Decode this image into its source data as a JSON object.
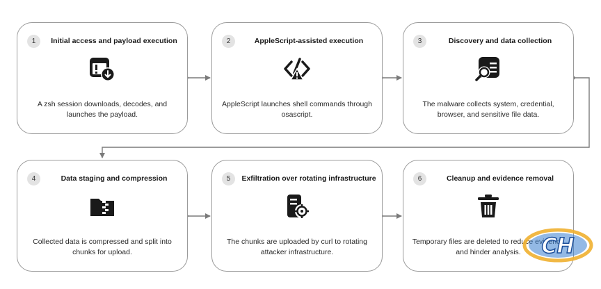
{
  "steps": [
    {
      "number": "1",
      "title": "Initial access and payload execution",
      "icon": "download-window-icon",
      "description": "A zsh session downloads, decodes, and launches the payload."
    },
    {
      "number": "2",
      "title": "AppleScript-assisted execution",
      "icon": "code-warning-icon",
      "description": "AppleScript launches shell commands through osascript."
    },
    {
      "number": "3",
      "title": "Discovery and data collection",
      "icon": "search-list-icon",
      "description": "The malware collects system, credential, browser, and sensitive file data."
    },
    {
      "number": "4",
      "title": "Data staging and compression",
      "icon": "zip-folder-icon",
      "description": "Collected data is compressed and split into chunks for upload."
    },
    {
      "number": "5",
      "title": "Exfiltration over rotating infrastructure",
      "icon": "server-target-icon",
      "description": "The chunks are uploaded by curl to rotating attacker infrastructure."
    },
    {
      "number": "6",
      "title": "Cleanup and evidence removal",
      "icon": "trash-icon",
      "description": "Temporary files are deleted to reduce evidence and hinder analysis."
    }
  ],
  "colors": {
    "border": "#9a9a9a",
    "badge": "#e3e3e3",
    "icon": "#1a1a1a",
    "connector": "#7a7a7a"
  },
  "watermark": {
    "text": "CH"
  }
}
